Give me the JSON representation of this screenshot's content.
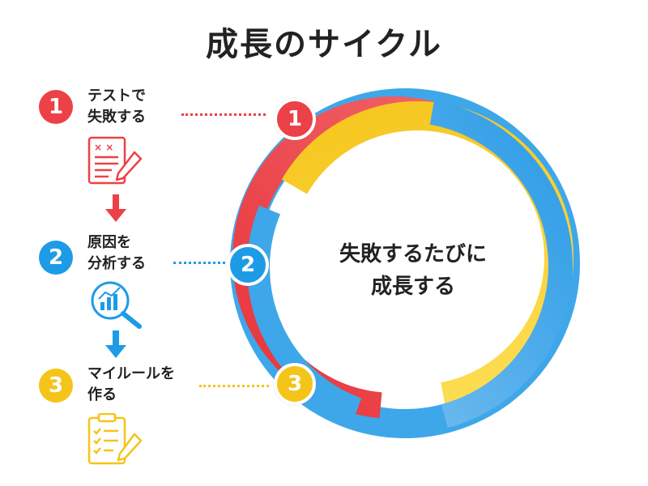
{
  "title": "成長のサイクル",
  "steps": [
    {
      "number": "1",
      "line1": "テストで",
      "line2": "失敗する",
      "color": "#ec4146",
      "icon": "document-edit-icon"
    },
    {
      "number": "2",
      "line1": "原因を",
      "line2": "分析する",
      "color": "#1e9be6",
      "icon": "magnifier-chart-icon"
    },
    {
      "number": "3",
      "line1": "マイルールを",
      "line2": "作る",
      "color": "#f5c418",
      "icon": "checklist-clipboard-icon"
    }
  ],
  "center": {
    "line1": "失敗するたびに",
    "line2": "成長する"
  },
  "colors": {
    "red": "#ec4146",
    "blue": "#1e9be6",
    "yellow": "#f5c418",
    "lightblue": "#6cb8ee"
  }
}
